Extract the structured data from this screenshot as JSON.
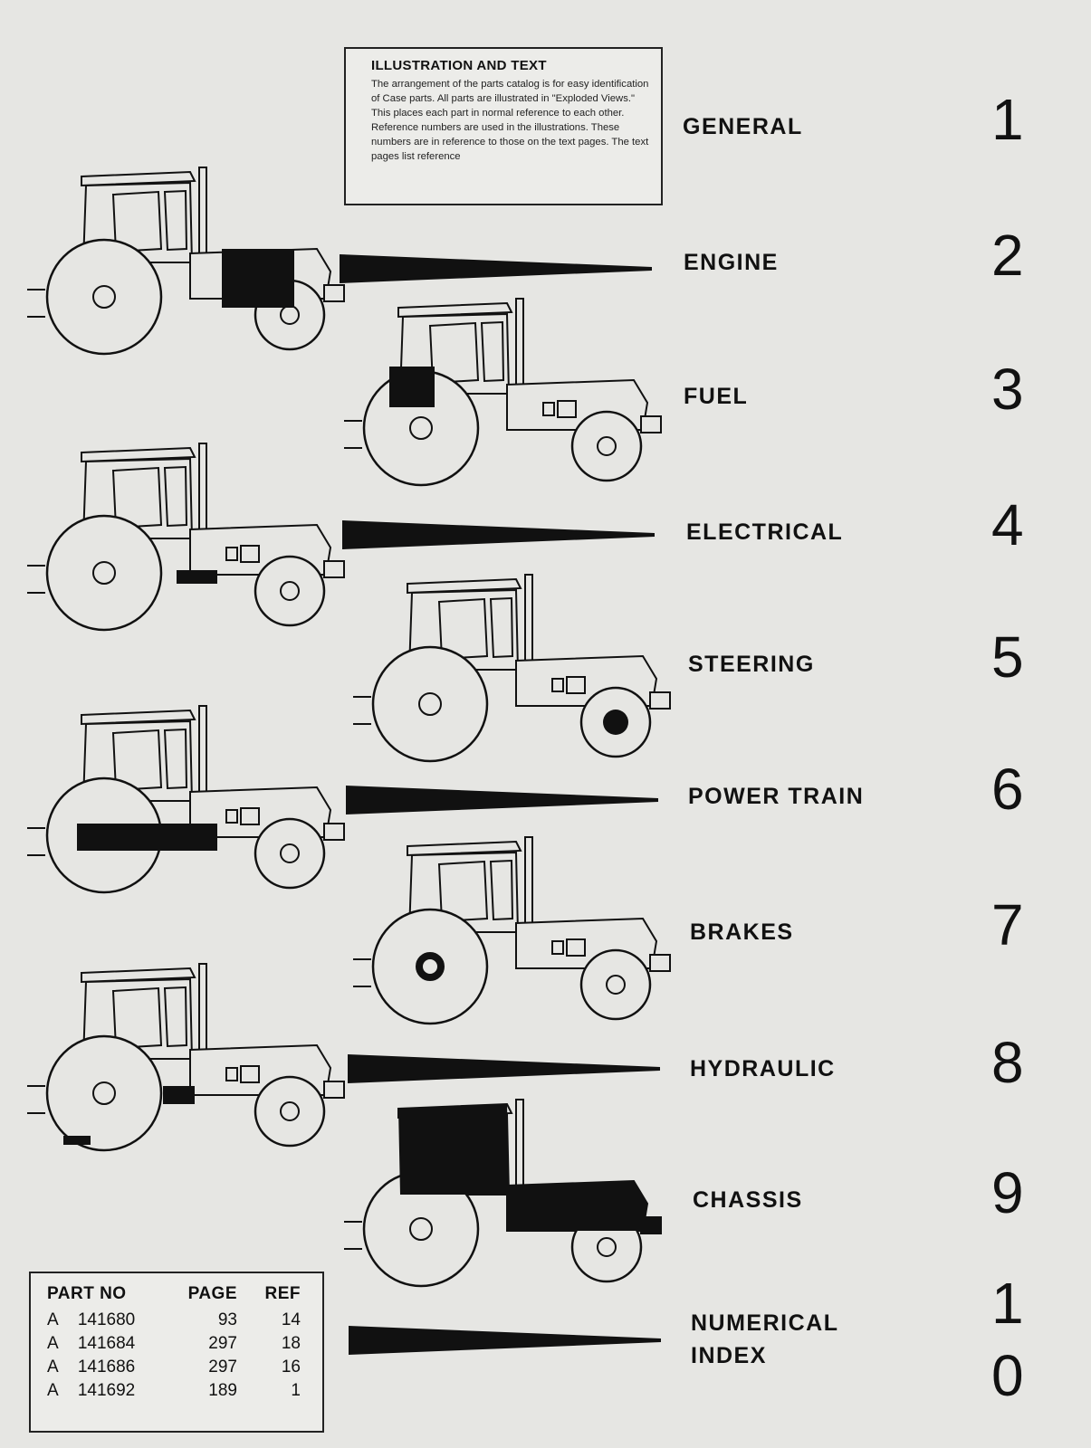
{
  "info_box": {
    "title": "ILLUSTRATION AND TEXT",
    "body": "The arrangement of the parts catalog is for easy identification of Case parts. All parts are illustrated in \"Exploded Views.\" This places each part in normal reference to each other. Reference numbers are used in the illustrations. These numbers are in reference to those on the text pages. The text pages list reference"
  },
  "sections": [
    {
      "label": "GENERAL",
      "number": "1"
    },
    {
      "label": "ENGINE",
      "number": "2"
    },
    {
      "label": "FUEL",
      "number": "3"
    },
    {
      "label": "ELECTRICAL",
      "number": "4"
    },
    {
      "label": "STEERING",
      "number": "5"
    },
    {
      "label": "POWER TRAIN",
      "number": "6"
    },
    {
      "label": "BRAKES",
      "number": "7"
    },
    {
      "label": "HYDRAULIC",
      "number": "8"
    },
    {
      "label": "CHASSIS",
      "number": "9"
    },
    {
      "label": "NUMERICAL",
      "label2": "INDEX",
      "number": "1",
      "number2": "0"
    }
  ],
  "parts_table": {
    "headers": [
      "PART NO",
      "PAGE",
      "REF"
    ],
    "rows": [
      {
        "prefix": "A",
        "part": "141680",
        "page": "93",
        "ref": "14"
      },
      {
        "prefix": "A",
        "part": "141684",
        "page": "297",
        "ref": "18"
      },
      {
        "prefix": "A",
        "part": "141686",
        "page": "297",
        "ref": "16"
      },
      {
        "prefix": "A",
        "part": "141692",
        "page": "189",
        "ref": "1"
      }
    ]
  }
}
